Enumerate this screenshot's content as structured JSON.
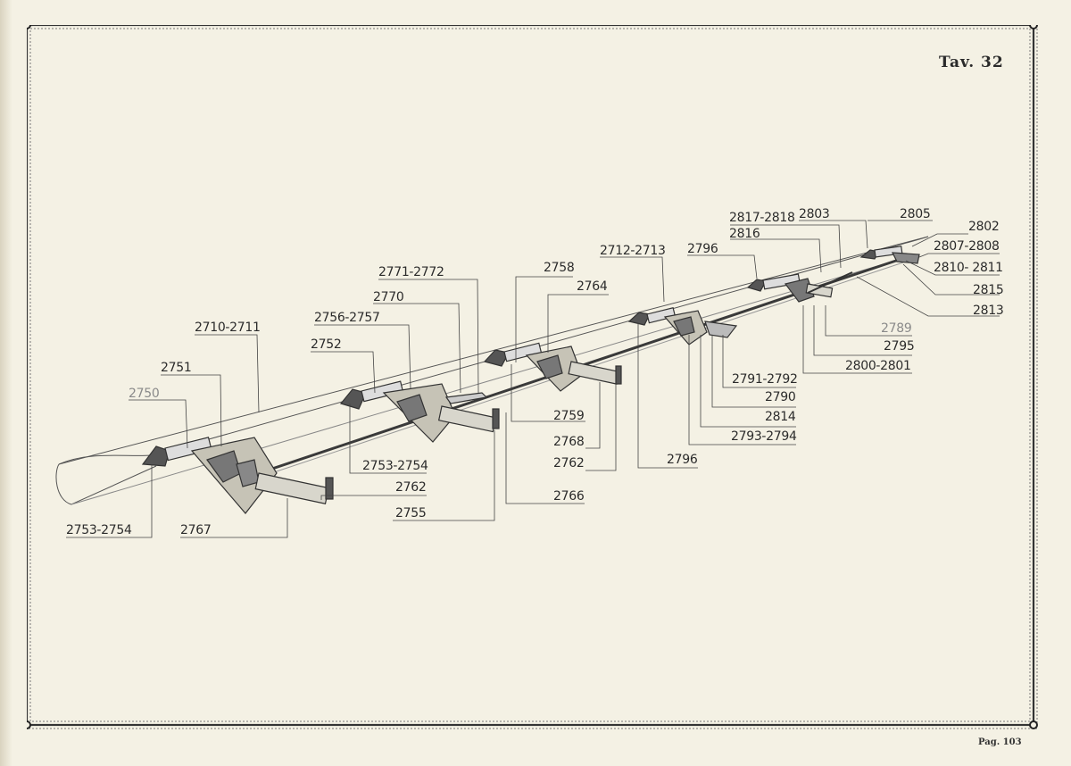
{
  "page": {
    "plate_title": "Tav. 32",
    "page_number": "Pag. 103"
  },
  "diagram": {
    "subject": "wing flap / aileron control linkage exploded view",
    "callouts": [
      {
        "id": "c2817_2818",
        "text": "2817-2818"
      },
      {
        "id": "c2803",
        "text": "2803"
      },
      {
        "id": "c2805",
        "text": "2805"
      },
      {
        "id": "c2802",
        "text": "2802"
      },
      {
        "id": "c2816",
        "text": "2816"
      },
      {
        "id": "c2807_2808",
        "text": "2807-2808"
      },
      {
        "id": "c2796a",
        "text": "2796"
      },
      {
        "id": "c2712_2713",
        "text": "2712-2713"
      },
      {
        "id": "c2810_2811",
        "text": "2810- 2811"
      },
      {
        "id": "c2771_2772",
        "text": "2771-2772"
      },
      {
        "id": "c2758",
        "text": "2758"
      },
      {
        "id": "c2815",
        "text": "2815"
      },
      {
        "id": "c2764",
        "text": "2764"
      },
      {
        "id": "c2770",
        "text": "2770"
      },
      {
        "id": "c2813",
        "text": "2813"
      },
      {
        "id": "c2756_2757",
        "text": "2756-2757"
      },
      {
        "id": "c2710_2711",
        "text": "2710-2711"
      },
      {
        "id": "c2789",
        "text": "2789"
      },
      {
        "id": "c2752",
        "text": "2752"
      },
      {
        "id": "c2795",
        "text": "2795"
      },
      {
        "id": "c2800_2801",
        "text": "2800-2801"
      },
      {
        "id": "c2751",
        "text": "2751"
      },
      {
        "id": "c2791_2792",
        "text": "2791-2792"
      },
      {
        "id": "c2750",
        "text": "2750"
      },
      {
        "id": "c2790",
        "text": "2790"
      },
      {
        "id": "c2759",
        "text": "2759"
      },
      {
        "id": "c2814",
        "text": "2814"
      },
      {
        "id": "c2768",
        "text": "2768"
      },
      {
        "id": "c2793_2794",
        "text": "2793-2794"
      },
      {
        "id": "c2796b",
        "text": "2796"
      },
      {
        "id": "c2753_2754a",
        "text": "2753-2754"
      },
      {
        "id": "c2762a",
        "text": "2762"
      },
      {
        "id": "c2762b",
        "text": "2762"
      },
      {
        "id": "c2766",
        "text": "2766"
      },
      {
        "id": "c2755",
        "text": "2755"
      },
      {
        "id": "c2753_2754b",
        "text": "2753-2754"
      },
      {
        "id": "c2767",
        "text": "2767"
      }
    ]
  }
}
